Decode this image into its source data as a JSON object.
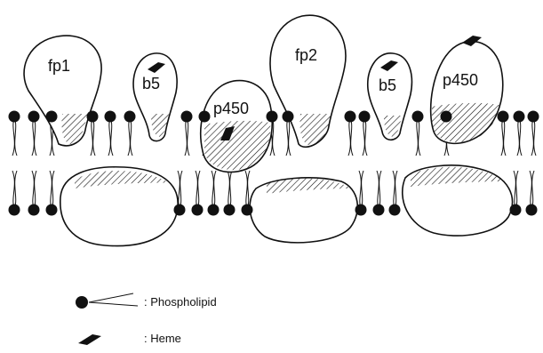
{
  "diagram": {
    "proteins": [
      {
        "id": "fp1",
        "label": "fp1"
      },
      {
        "id": "b5-left",
        "label": "b5"
      },
      {
        "id": "p450-left",
        "label": "p450"
      },
      {
        "id": "fp2",
        "label": "fp2"
      },
      {
        "id": "b5-right",
        "label": "b5"
      },
      {
        "id": "p450-right",
        "label": "p450"
      }
    ],
    "legend": [
      {
        "symbol": "phospholipid",
        "text": ": Phospholipid"
      },
      {
        "symbol": "heme",
        "text": ": Heme"
      }
    ],
    "colors": {
      "ink": "#111111",
      "background": "#ffffff"
    }
  }
}
